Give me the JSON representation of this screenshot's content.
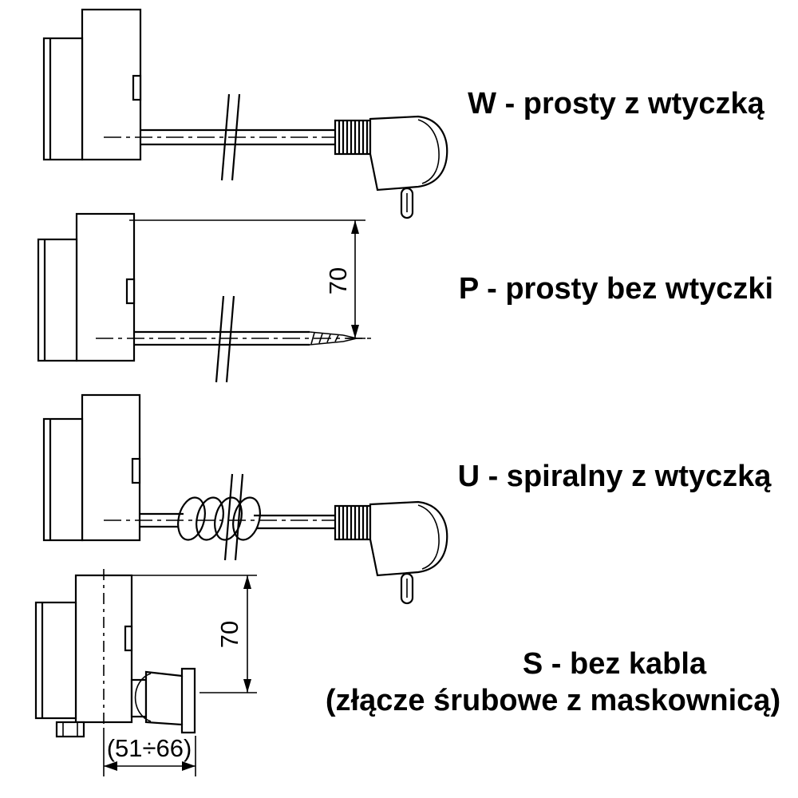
{
  "figure": {
    "background": "#ffffff",
    "line_color": "#000000",
    "description_names": [
      "cable-variant-diagram"
    ]
  },
  "variants": [
    {
      "code": "W",
      "label": "W - prosty z wtyczką"
    },
    {
      "code": "P",
      "label": "P - prosty bez wtyczki"
    },
    {
      "code": "U",
      "label": "U - spiralny z wtyczką"
    },
    {
      "code": "S",
      "label": "S - bez kabla",
      "label_line2": "(złącze śrubowe z maskownicą)"
    }
  ],
  "dimensions": {
    "p_cable_free_length": "70",
    "s_height": "70",
    "s_connector_length": "(51÷66)"
  }
}
